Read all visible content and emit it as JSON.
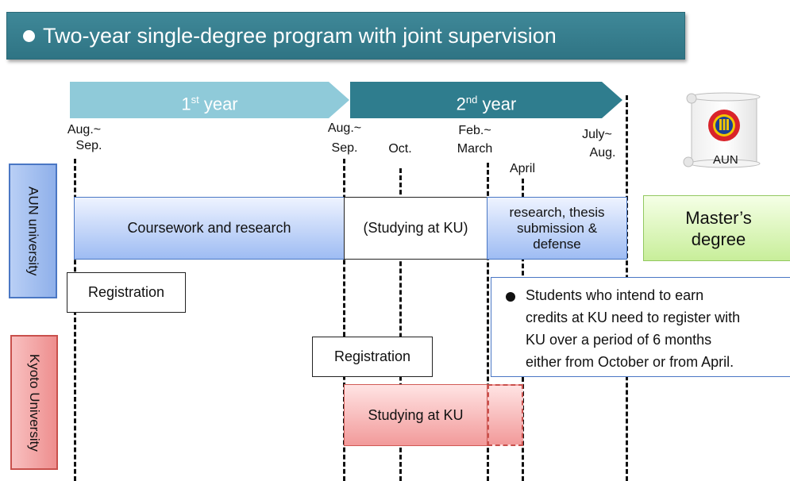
{
  "title": "Two-year  single-degree program with joint supervision",
  "years": {
    "first": {
      "ordinal": "1",
      "suffix": "st",
      "word": " year"
    },
    "second": {
      "ordinal": "2",
      "suffix": "nd",
      "word": " year"
    }
  },
  "time_labels": {
    "aug_sep_1": [
      "Aug.~",
      "Sep."
    ],
    "aug_sep_2": [
      "Aug.~",
      "Sep."
    ],
    "oct": "Oct.",
    "feb_march": [
      "Feb.~",
      "March"
    ],
    "april": "April",
    "july_aug": [
      "July~",
      "Aug."
    ]
  },
  "side_labels": {
    "aun": "AUN university",
    "kyoto": "Kyoto University"
  },
  "aun_row": {
    "coursework": "Coursework and research",
    "studying_ku": "(Studying at KU)",
    "thesis_lines": [
      "research, thesis",
      "submission &",
      "defense"
    ]
  },
  "masters_degree_lines": [
    "Master’s",
    "degree"
  ],
  "registration": {
    "aun": "Registration",
    "kyoto": "Registration"
  },
  "note_lines": [
    "Students who intend to earn",
    "credits at KU need to register with",
    "KU over a period of 6 months",
    "either from October or from April."
  ],
  "kyoto_row": {
    "studying_ku": "Studying at KU"
  },
  "logo": {
    "text": "AUN"
  },
  "colors": {
    "banner": "#2f7484",
    "year1": "#8fcad9",
    "year2": "#2f7d8e",
    "aun_blue": "#9ebcf3",
    "kyoto_red": "#f29a9a",
    "masters_green": "#c8ee9a"
  }
}
